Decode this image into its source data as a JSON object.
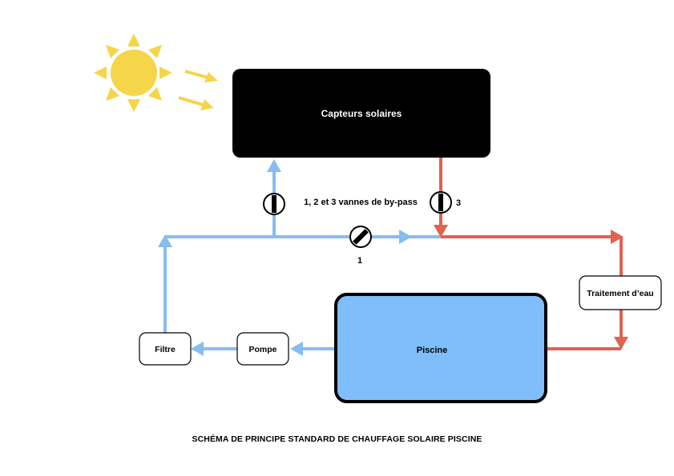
{
  "labels": {
    "collectors": "Capteurs solaires",
    "bypass_note": "1, 2 et 3 vannes de by-pass",
    "valve_1": "1",
    "valve_3": "3",
    "water_treatment": "Traitement d’eau",
    "pool": "Piscine",
    "pump": "Pompe",
    "filter": "Filtre"
  },
  "caption": "SCHÉMA DE PRINCIPE STANDARD DE CHAUFFAGE SOLAIRE PISCINE",
  "colors": {
    "cold_line": "#86bdf2",
    "hot_line": "#e0624f",
    "sun": "#f5d54a",
    "collectors_fill": "#000000",
    "pool_fill": "#80bdfb"
  },
  "icons": [
    "sun-icon",
    "valve-icon"
  ]
}
